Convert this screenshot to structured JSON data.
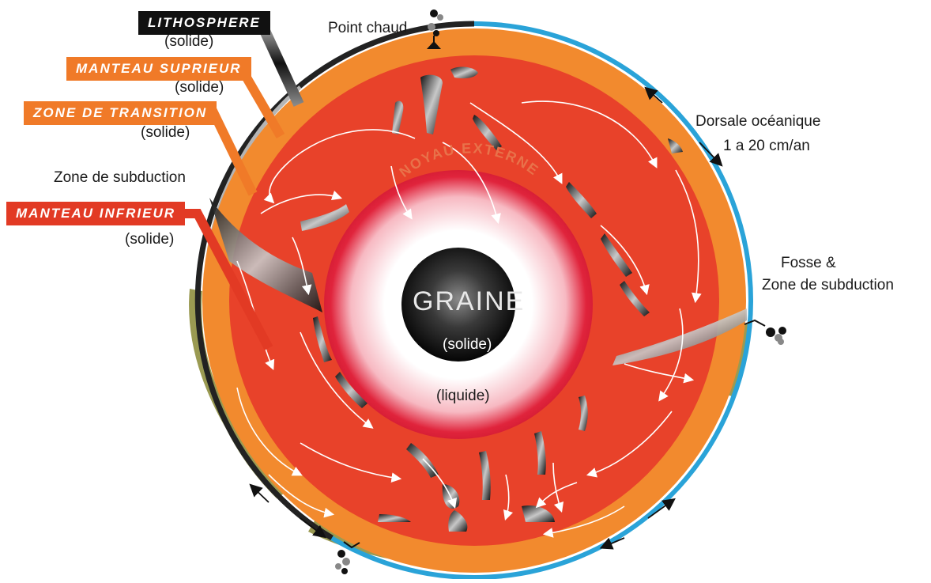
{
  "labels": {
    "lithosphere": "LITHOSPHERE",
    "lithosphere_state": "(solide)",
    "manteau_superieur": "MANTEAU SUPRIEUR",
    "manteau_superieur_state": "(solide)",
    "zone_transition": "ZONE DE TRANSITION",
    "zone_transition_state": "(solide)",
    "zone_subduction_left": "Zone de subduction",
    "manteau_inferieur": "MANTEAU INFRIEUR",
    "manteau_inferieur_state": "(solide)",
    "point_chaud": "Point chaud",
    "dorsale": "Dorsale océanique",
    "dorsale_speed": "1 a 20 cm/an",
    "fosse_line1": "Fosse &",
    "fosse_line2": "Zone de subduction",
    "noyau_externe": "NOYAU EXTERNE",
    "noyau_externe_state": "(liquide)",
    "graine": "GRAINE",
    "graine_state": "(solide)"
  },
  "colors": {
    "mantle_red": "#e8422a",
    "upper_mantle_orange": "#f28a2e",
    "ocean_blue": "#2aa3d8",
    "continent_olive": "#9a9a52",
    "lithosphere_black": "#111111",
    "outer_core_highlight": "#e0243c"
  }
}
